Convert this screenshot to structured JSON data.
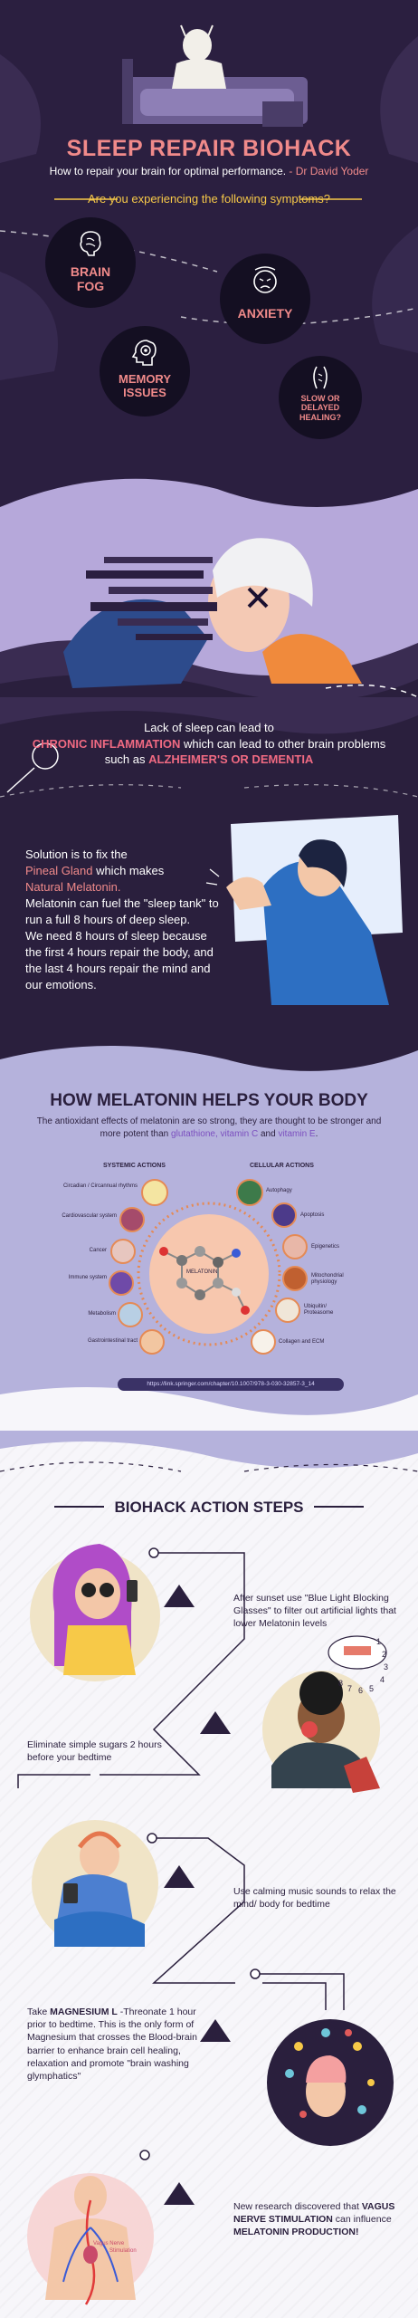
{
  "header": {
    "title": "SLEEP REPAIR BIOHACK",
    "subtitle": "How to repair your brain for optimal performance.",
    "author": "- Dr David Yoder",
    "question": "Are you experiencing the following symptoms?"
  },
  "symptoms": [
    {
      "label_line1": "BRAIN",
      "label_line2": "FOG"
    },
    {
      "label_line1": "ANXIETY",
      "label_line2": ""
    },
    {
      "label_line1": "MEMORY",
      "label_line2": "ISSUES"
    },
    {
      "label_line1": "SLOW OR",
      "label_line2": "DELAYED",
      "label_line3": "HEALING?"
    }
  ],
  "lack": {
    "line1": "Lack of sleep can lead to",
    "highlight1": "CHRONIC INFLAMMATION",
    "line2": " which can lead to other brain problems",
    "line3": "such as ",
    "highlight2": "ALZHEIMER'S OR DEMENTIA"
  },
  "solution": {
    "p1": "Solution is to fix the",
    "p2": "Pineal Gland",
    "p3": " which makes",
    "p4": "Natural Melatonin.",
    "p5": "Melatonin can fuel the \"sleep tank\" to run a full 8 hours of deep sleep.",
    "p6": "We need 8 hours of sleep because the first 4 hours repair the body, and the last 4 hours repair the mind and our emotions."
  },
  "melatonin": {
    "title": "HOW MELATONIN HELPS YOUR BODY",
    "desc1": "The antioxidant effects of melatonin are so strong, they are thought to be stronger and more potent than ",
    "desc_hl1": "glutathione, vitamin C",
    "desc2": " and ",
    "desc_hl2": "vitamin E",
    "desc3": ".",
    "systemic_header": "SYSTEMIC ACTIONS",
    "cellular_header": "CELLULAR ACTIONS",
    "center_label": "MELATONIN",
    "systemic": [
      "Circadian / Circannual rhythms",
      "Cardiovascular system",
      "Cancer",
      "Immune system",
      "Metabolism",
      "Gastrointestinal tract"
    ],
    "cellular": [
      "Autophagy",
      "Apoptosis",
      "Epigenetics",
      "Mitochondrial physiology",
      "Ubiquitin/ Proteasome",
      "Collagen and ECM"
    ],
    "url": "https://link.springer.com/chapter/10.1007/978-3-030-32857-3_14"
  },
  "actions": {
    "title": "BIOHACK ACTION STEPS",
    "step1": "After sunset use \"Blue Light Blocking Glasses\" to filter out artificial lights that lower Melatonin levels",
    "step2": "Eliminate simple sugars 2 hours before your bedtime",
    "step3": "Use calming music sounds to relax the mind/ body for bedtime",
    "step4_pre": "Take ",
    "step4_bold": "MAGNESIUM L",
    "step4_post": " -Threonate 1 hour prior to bedtime. This is the only form of Magnesium that crosses the Blood-brain barrier to enhance brain cell healing, relaxation and promote \"brain washing glymphatics\"",
    "step5_pre": "New research discovered that ",
    "step5_bold1": "VAGUS NERVE STIMULATION",
    "step5_mid": " can influence ",
    "step5_bold2": "MELATONIN PRODUCTION!",
    "vagus_label1": "Vagus Nerve",
    "vagus_label2": "Stimulation",
    "clock_numbers": [
      "1",
      "2",
      "3",
      "4",
      "5",
      "6",
      "7",
      "8"
    ]
  },
  "colors": {
    "dark": "#2a1f3d",
    "accent_pink": "#f08a8a",
    "accent_yellow": "#f7c948",
    "lavender": "#b6a8da"
  }
}
